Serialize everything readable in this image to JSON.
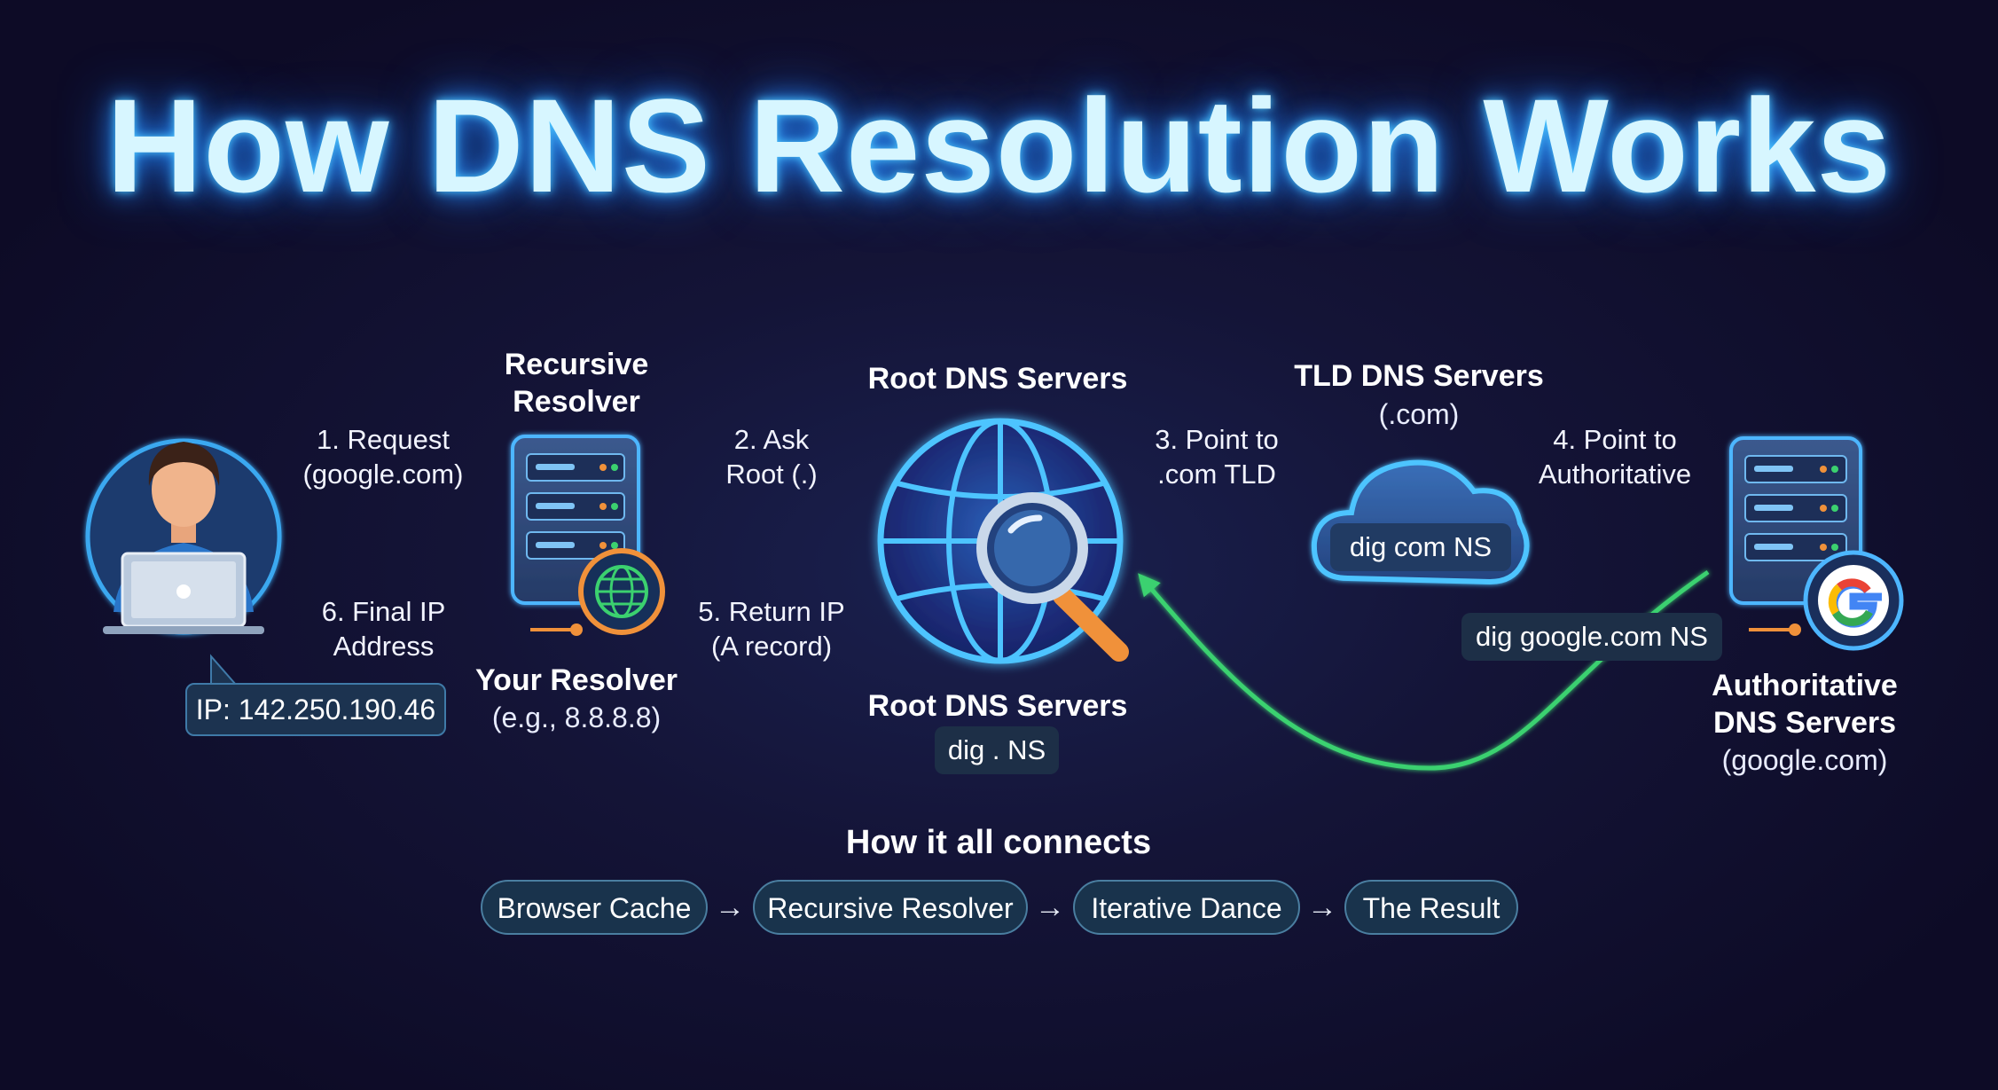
{
  "title": "How DNS Resolution Works",
  "nodes": {
    "resolver": {
      "heading_line1": "Recursive",
      "heading_line2": "Resolver",
      "caption_line1": "Your Resolver",
      "caption_line2": "(e.g., 8.8.8.8)"
    },
    "root": {
      "heading": "Root DNS Servers",
      "caption": "Root DNS Servers",
      "command": "dig . NS"
    },
    "tld": {
      "heading_line1": "TLD DNS Servers",
      "heading_line2": "(.com)",
      "command": "dig com NS"
    },
    "authoritative": {
      "caption_line1": "Authoritative",
      "caption_line2": "DNS Servers",
      "caption_line3": "(google.com)",
      "command": "dig google.com NS"
    }
  },
  "steps": {
    "s1": {
      "line1": "1. Request",
      "line2": "(google.com)"
    },
    "s2": {
      "line1": "2. Ask",
      "line2": "Root (.)"
    },
    "s3": {
      "line1": "3. Point to",
      "line2": ".com TLD"
    },
    "s4": {
      "line1": "4. Point to",
      "line2": "Authoritative"
    },
    "s5": {
      "line1": "5. Return IP",
      "line2": "(A record)"
    },
    "s6": {
      "line1": "6. Final IP",
      "line2": "Address"
    }
  },
  "ip_bubble": "IP: 142.250.190.46",
  "connects": {
    "heading": "How it all connects",
    "chips": [
      "Browser Cache",
      "Recursive Resolver",
      "Iterative Dance",
      "The Result"
    ],
    "separator": "→"
  },
  "colors": {
    "request_arrow": "#3aa8f0",
    "return_arrow": "#3bd16f",
    "referral_arrow": "#f0913a",
    "glow": "#4cc9ff",
    "background": "#0d0b26"
  },
  "icons": [
    "user-laptop-icon",
    "server-icon",
    "globe-icon",
    "magnifier-icon",
    "cloud-icon",
    "google-g-icon"
  ]
}
